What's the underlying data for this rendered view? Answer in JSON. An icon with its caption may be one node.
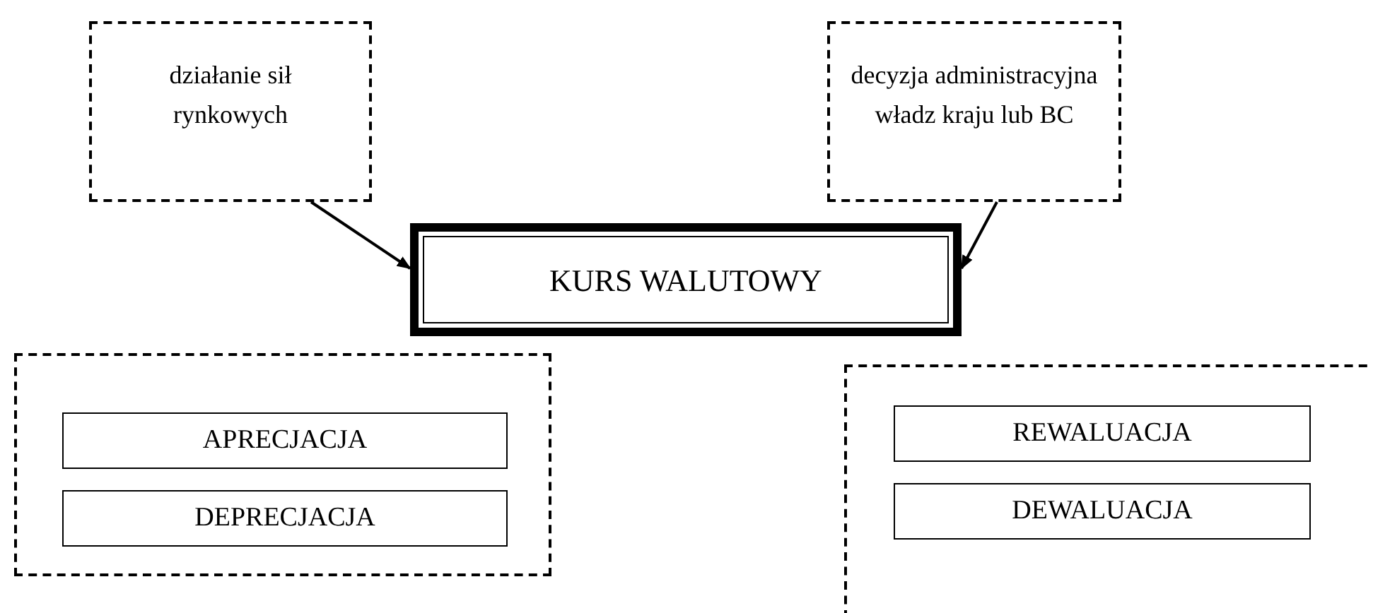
{
  "diagram": {
    "nodes": [
      {
        "text": [
          "działanie sił rynkowych"
        ]
      },
      {
        "text": [
          "decyzja administracyjna władz kraju lub BC"
        ]
      },
      {
        "text": [
          "KURS WALUTOWY"
        ]
      },
      {
        "text": [],
        "shape": "box"
      },
      {
        "text": [
          "APRECJACJA"
        ],
        "in": 3
      },
      {
        "text": [
          "DEPRECJACJA"
        ],
        "in": 3
      },
      {
        "text": [],
        "shape": "box"
      },
      {
        "text": [
          "REWALUACJA"
        ],
        "in": 6
      },
      {
        "text": [
          "DEWALUACJA"
        ],
        "in": 6
      }
    ],
    "edges": [
      {
        "from": 0,
        "to": 2,
        "arrow": "to"
      },
      {
        "from": 1,
        "to": 2,
        "arrow": "to"
      }
    ]
  }
}
